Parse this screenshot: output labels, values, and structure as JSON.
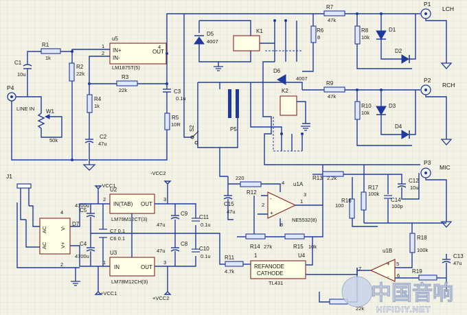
{
  "title": "",
  "labels": {
    "p1": "P1",
    "lch": "LCH",
    "p2": "P2",
    "rch": "RCH",
    "p3": "P3",
    "mic": "MIC",
    "p4": "P4",
    "p5": "P5",
    "line_in": "LINE IN",
    "j1": "J1",
    "u5": "u5",
    "u5_part": "LM1875T(5)",
    "in_plus": "IN+",
    "in_minus": "IN-",
    "out": "OUT",
    "pin1": "1",
    "pin2": "2",
    "pin3": "3",
    "pin4": "4",
    "pin5": "5",
    "pin6": "6",
    "pin7": "7",
    "pin8": "8",
    "k1": "K1",
    "k2": "K2",
    "s2": "S2",
    "r1": "R1",
    "r1_v": "1k",
    "r2": "R2",
    "r2_v": "22k",
    "r3": "R3",
    "r3_v": "22k",
    "r4": "R4",
    "r4_v": "1k",
    "r5": "R5",
    "r5_v": "10R",
    "r6": "R6",
    "r6_v": "8",
    "r7": "R7",
    "r7_v": "47k",
    "r8": "R8",
    "r8_v": "10k",
    "r9": "R9",
    "r9_v": "47k",
    "r10": "R10",
    "r10_v": "10k",
    "r11": "R11",
    "r11_v": "4.7k",
    "r12": "R12",
    "r12_v": "220",
    "r13": "R13",
    "r13_v": "2.2k",
    "r14": "R14",
    "r14_v": "27k",
    "r15": "R15",
    "r15_v": "10k",
    "r16": "R16",
    "r16_v": "100",
    "r17": "R17",
    "r17_v": "100k",
    "r18": "R18",
    "r18_v": "100k",
    "r19": "R19",
    "r19_v": "22k",
    "c1": "C1",
    "c1_v": "10u",
    "c2": "C2",
    "c2_v": "47u",
    "c3": "C3",
    "c3_v": "0.1u",
    "c4": "C4",
    "c4_v": "4700u",
    "c5": "C5",
    "c5_v": "4700u",
    "c6": "C6 0.1",
    "c7": "C7 0.1",
    "c8": "C8",
    "c8_v": "47u",
    "c9": "C9",
    "c9_v": "47u",
    "c10": "C10",
    "c10_v": "0.1u",
    "c11": "C11",
    "c11_v": "0.1u",
    "c12": "C12",
    "c12_v": "10u",
    "c13": "C13",
    "c13_v": "47u",
    "c14": "C14",
    "c14_v": "100p",
    "c15": "C15",
    "c15_v": "47u",
    "d1": "D1",
    "d2": "D2",
    "d3": "D3",
    "d4": "D4",
    "d5": "D5",
    "d5_v": "4007",
    "d6": "D6",
    "d6_v": "4007",
    "d7": "D7",
    "w1": "W1",
    "w1_v": "50k",
    "u2": "U2",
    "u2_part": "LM79M12CT(3)",
    "u2_in": "IN(TAB)",
    "u3": "U3",
    "u3_part": "LM78M12CH(3)",
    "u3_in": "IN",
    "u1a": "u1A",
    "u1a_part": "NE5532(8)",
    "u1b": "u1B",
    "u4": "U4",
    "u4_part": "TL431",
    "refanode": "REFANODE",
    "cathode": "CATHODE",
    "ac": "AC",
    "vminus": "V-",
    "vplus": "V+",
    "mvcc1": "-VCC1",
    "pvcc1": "+VCC1",
    "mvcc2": "-VCC2",
    "pvcc2": "+VCC2",
    "plus": "+",
    "minus": "-"
  },
  "watermark": {
    "cn": "中国音响",
    "en": "HIFIDIY.NET"
  },
  "colors": {
    "background": "#f3f2e6",
    "grid": "#d9d6c0",
    "wire": "#1f3a9e",
    "component": "#8a1f1f",
    "fill": "#ffffe8"
  }
}
